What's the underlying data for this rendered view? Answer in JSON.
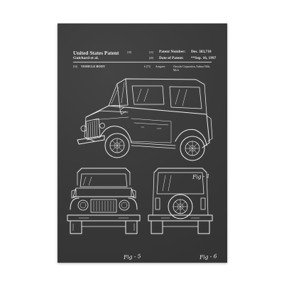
{
  "patent": {
    "title": "United States Patent",
    "title_tag": "[19]",
    "inventor": "Guichard et al.",
    "patent_number_tag": "[11]",
    "patent_number_label": "Patent Number:",
    "patent_number_value": "Des. 383,710",
    "date_tag": "[45]",
    "date_label": "Date of Patent:",
    "date_value": "**Sep. 16, 1997",
    "body_tag": "[54]",
    "body_label": "VEHICLE BODY",
    "assignee_tag": "b [73]",
    "assignee_label": "Assignee:",
    "assignee_value": "Chrysler Corporation, Auburn Hills,",
    "assignee_value_2": "Mich."
  },
  "figures": {
    "fig1": "Fig - 1",
    "fig5": "Fig - 5",
    "fig6": "Fig - 6"
  },
  "colors": {
    "paper": "#3a3a3a",
    "ink": "#f2f2f2",
    "page_bg": "#ffffff"
  }
}
